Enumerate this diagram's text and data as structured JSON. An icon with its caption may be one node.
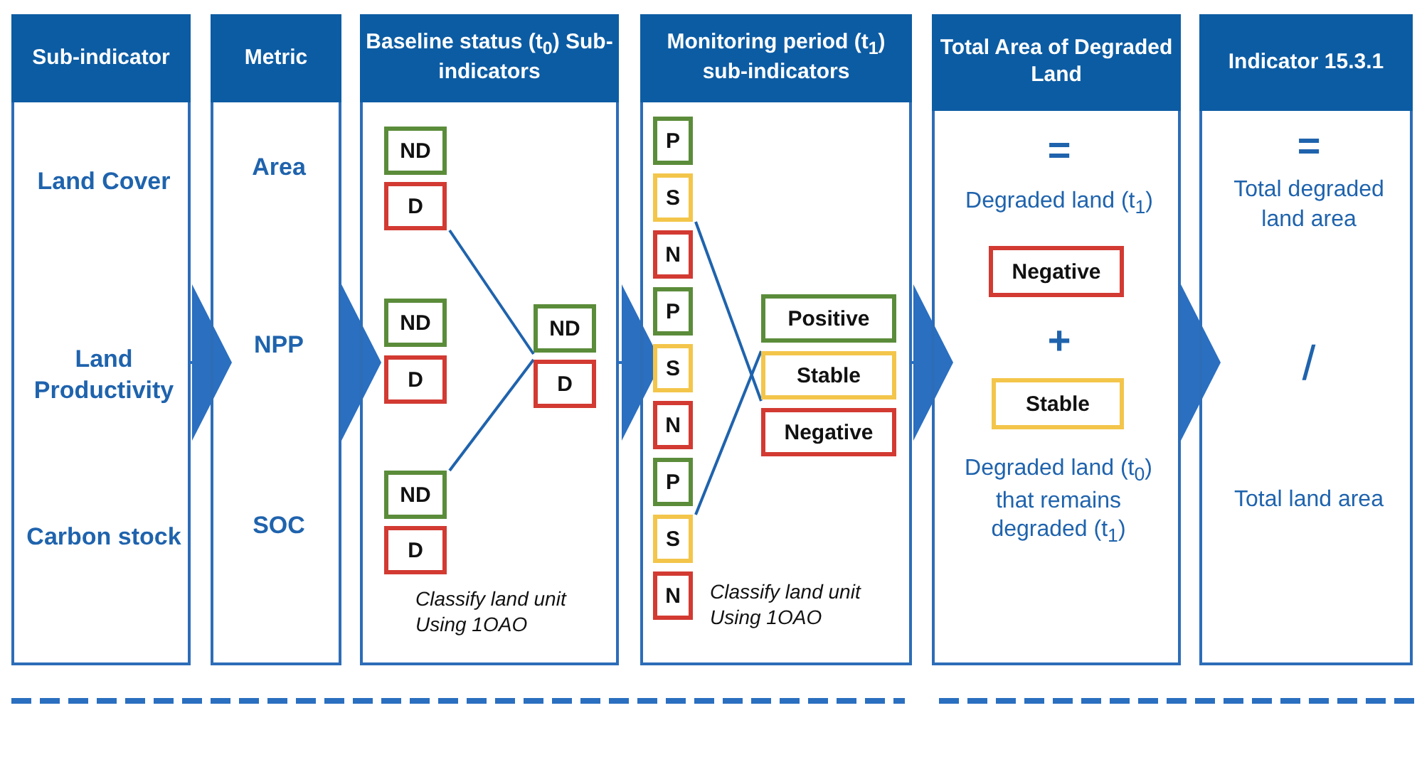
{
  "diagram": {
    "nodes": [
      {
        "text": [
          "Sub-indicator",
          "Land Cover",
          "Land Productivity",
          "Carbon stock"
        ]
      },
      {
        "text": [
          "Metric",
          "Area",
          "NPP",
          "SOC"
        ]
      },
      {
        "text": [
          "Baseline status (t$_{0}$) Sub-indicators",
          "Classify land unit Using 1OAO"
        ]
      },
      {
        "text": [
          "ND"
        ],
        "in": 2
      },
      {
        "text": [
          "D"
        ],
        "in": 2
      },
      {
        "text": [
          "ND"
        ],
        "in": 2
      },
      {
        "text": [
          "D"
        ],
        "in": 2
      },
      {
        "text": [
          "ND"
        ],
        "in": 2
      },
      {
        "text": [
          "D"
        ],
        "in": 2
      },
      {
        "text": [
          "ND"
        ],
        "in": 2
      },
      {
        "text": [
          "D"
        ],
        "in": 2
      },
      {
        "text": [
          "Monitoring period (t$_{1}$) sub-indicators",
          "Classify land unit Using 1OAO"
        ]
      },
      {
        "text": [
          "P"
        ],
        "in": 11
      },
      {
        "text": [
          "S"
        ],
        "in": 11
      },
      {
        "text": [
          "N"
        ],
        "in": 11
      },
      {
        "text": [
          "P"
        ],
        "in": 11
      },
      {
        "text": [
          "S"
        ],
        "in": 11
      },
      {
        "text": [
          "N"
        ],
        "in": 11
      },
      {
        "text": [
          "P"
        ],
        "in": 11
      },
      {
        "text": [
          "S"
        ],
        "in": 11
      },
      {
        "text": [
          "N"
        ],
        "in": 11
      },
      {
        "text": [
          "Positive"
        ],
        "in": 11
      },
      {
        "text": [
          "Stable"
        ],
        "in": 11
      },
      {
        "text": [
          "Negative"
        ],
        "in": 11
      },
      {
        "text": [
          "Total Area of Degraded Land",
          "=",
          "Degraded land (t$_{1}$)",
          "+",
          "Degraded land (t$_{0}$) that remains degraded (t$_{1}$)"
        ]
      },
      {
        "text": [
          "Negative"
        ],
        "in": 24
      },
      {
        "text": [
          "Stable"
        ],
        "in": 24
      },
      {
        "text": [
          "Indicator 15.3.1",
          "=",
          "Total degraded land area",
          "/",
          "Total land area"
        ]
      }
    ],
    "edges": [
      {
        "from": 0,
        "to": 1,
        "arrow": "to"
      },
      {
        "from": 1,
        "to": 2,
        "arrow": "to"
      },
      {
        "from": 2,
        "to": 11,
        "arrow": "to"
      },
      {
        "from": 11,
        "to": 24,
        "arrow": "to"
      },
      {
        "from": 24,
        "to": 27,
        "arrow": "to"
      },
      {
        "from": 4,
        "to": 9,
        "arrow": "none"
      },
      {
        "from": 7,
        "to": 10,
        "arrow": "none"
      },
      {
        "from": 13,
        "to": 22,
        "arrow": "none"
      },
      {
        "from": 19,
        "to": 22,
        "arrow": "none"
      }
    ]
  }
}
